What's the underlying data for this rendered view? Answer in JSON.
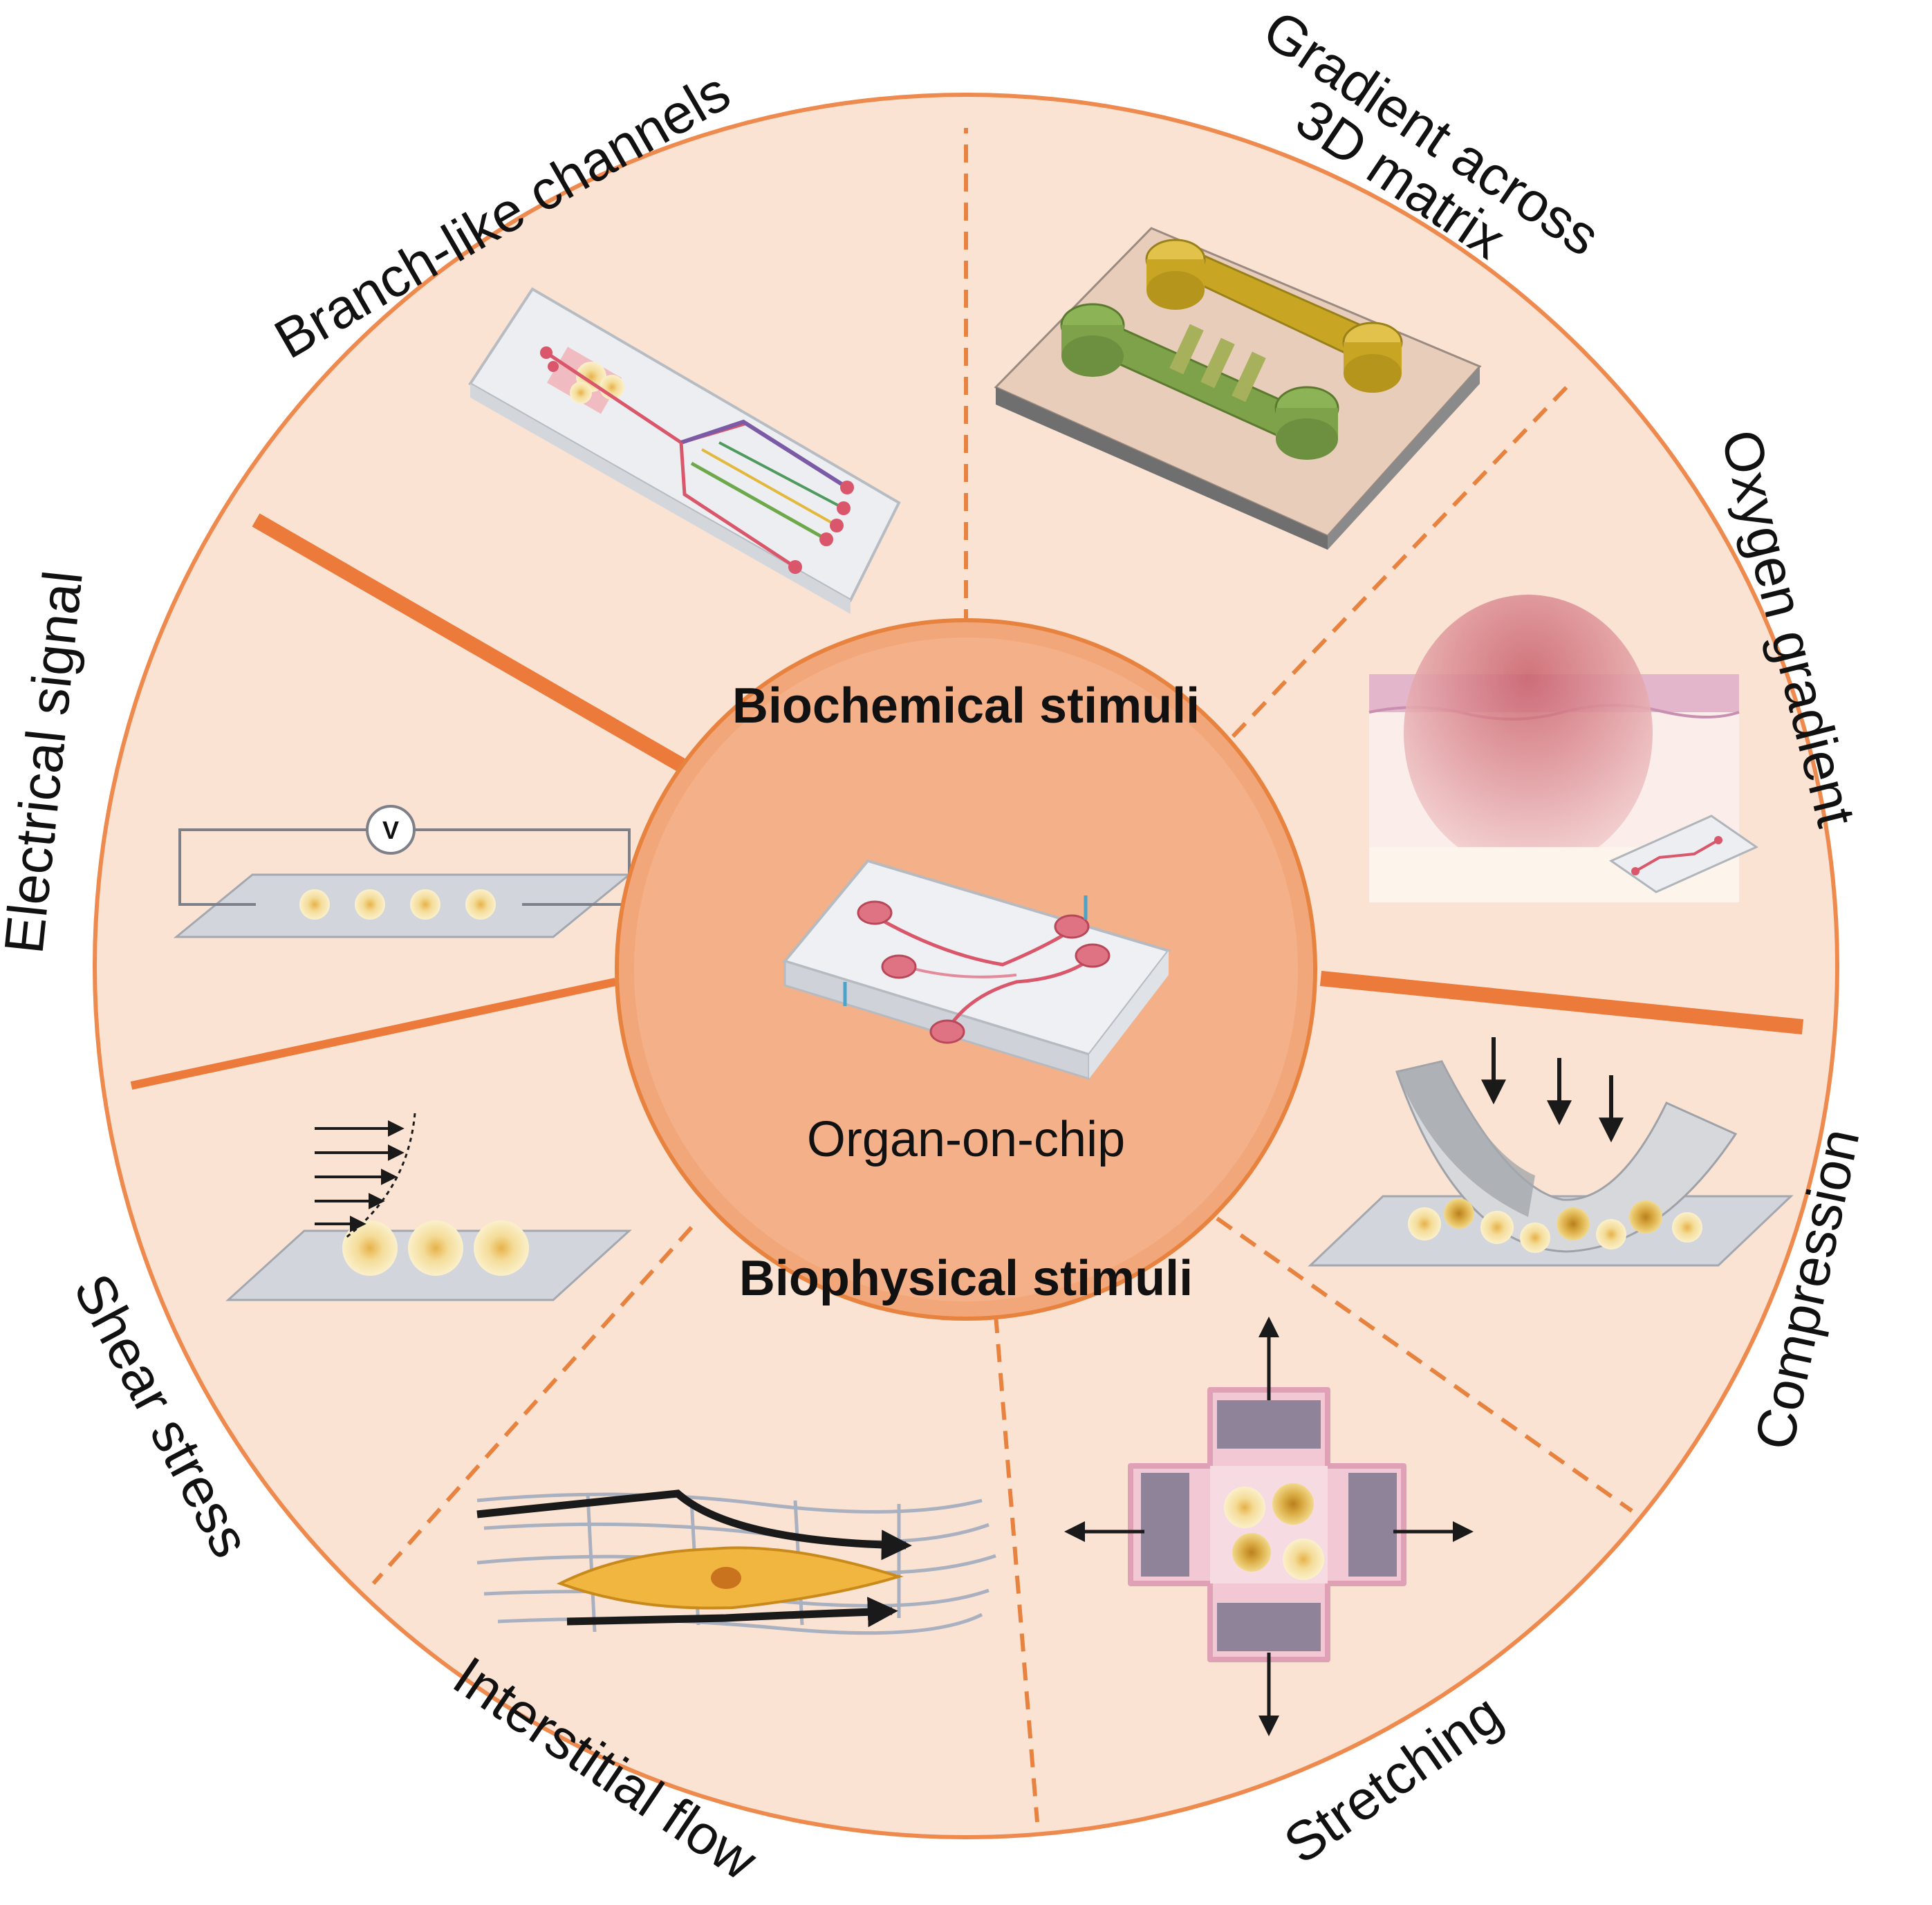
{
  "center": {
    "title": "Organ-on-chip",
    "biochemical_label": "Biochemical stimuli",
    "biophysical_label": "Biophysical stimuli"
  },
  "segments": [
    {
      "id": "branch",
      "label": "Branch-like channels",
      "group": "Biochemical"
    },
    {
      "id": "gradient",
      "label_line1": "Gradient across",
      "label_line2": "3D matrix",
      "group": "Biochemical"
    },
    {
      "id": "oxygen",
      "label": "Oxygen gradient",
      "group": "Biochemical"
    },
    {
      "id": "compression",
      "label": "Compression",
      "group": "Biophysical"
    },
    {
      "id": "stretching",
      "label": "Stretching",
      "group": "Biophysical"
    },
    {
      "id": "interstitial",
      "label": "Interstitial flow",
      "group": "Biophysical"
    },
    {
      "id": "shear",
      "label": "Shear stress",
      "group": "Biophysical"
    },
    {
      "id": "electrical",
      "label": "Electrical signal",
      "group": "Biophysical"
    }
  ],
  "voltmeter_symbol": "V",
  "colors": {
    "ring_fill": "#fbe3d3",
    "ring_stroke": "#ee8a4e",
    "divider": "#ec7a3a",
    "center_outer": "#f2a77a",
    "center_inner": "#f4b088",
    "chip_red": "#d9566b",
    "cell_yellow": "#f6e3a3",
    "green": "#7ea24a",
    "gold": "#c8a623"
  }
}
